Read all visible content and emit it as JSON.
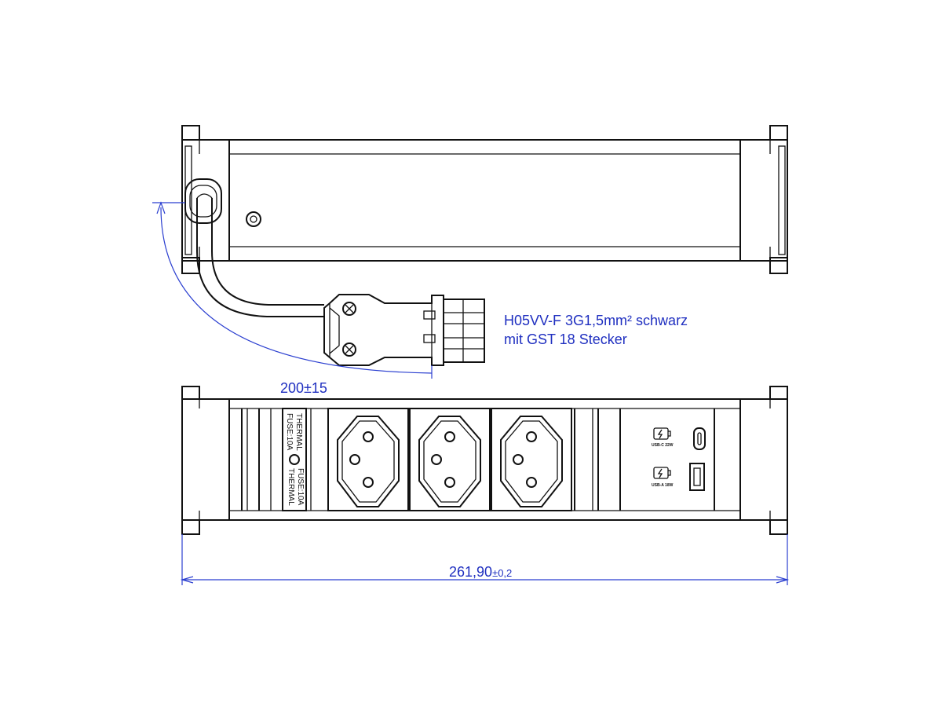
{
  "annotations": {
    "cable_line1": "H05VV-F 3G1,5mm² schwarz",
    "cable_line2": "mit GST 18 Stecker",
    "cable_length": "200±15",
    "overall_length_value": "261,90",
    "overall_length_tolerance": "±0,2"
  },
  "front": {
    "thermal_top_line1": "THERMAL",
    "thermal_top_line2": "FUSE:10A",
    "thermal_bottom_line1": "THERMAL",
    "thermal_bottom_line2": "FUSE:10A",
    "usb_c_label": "USB-C 22W",
    "usb_a_label": "USB-A 18W",
    "socket_count": 3
  },
  "colors": {
    "line": "#111111",
    "dimension": "#1f2fc0"
  }
}
